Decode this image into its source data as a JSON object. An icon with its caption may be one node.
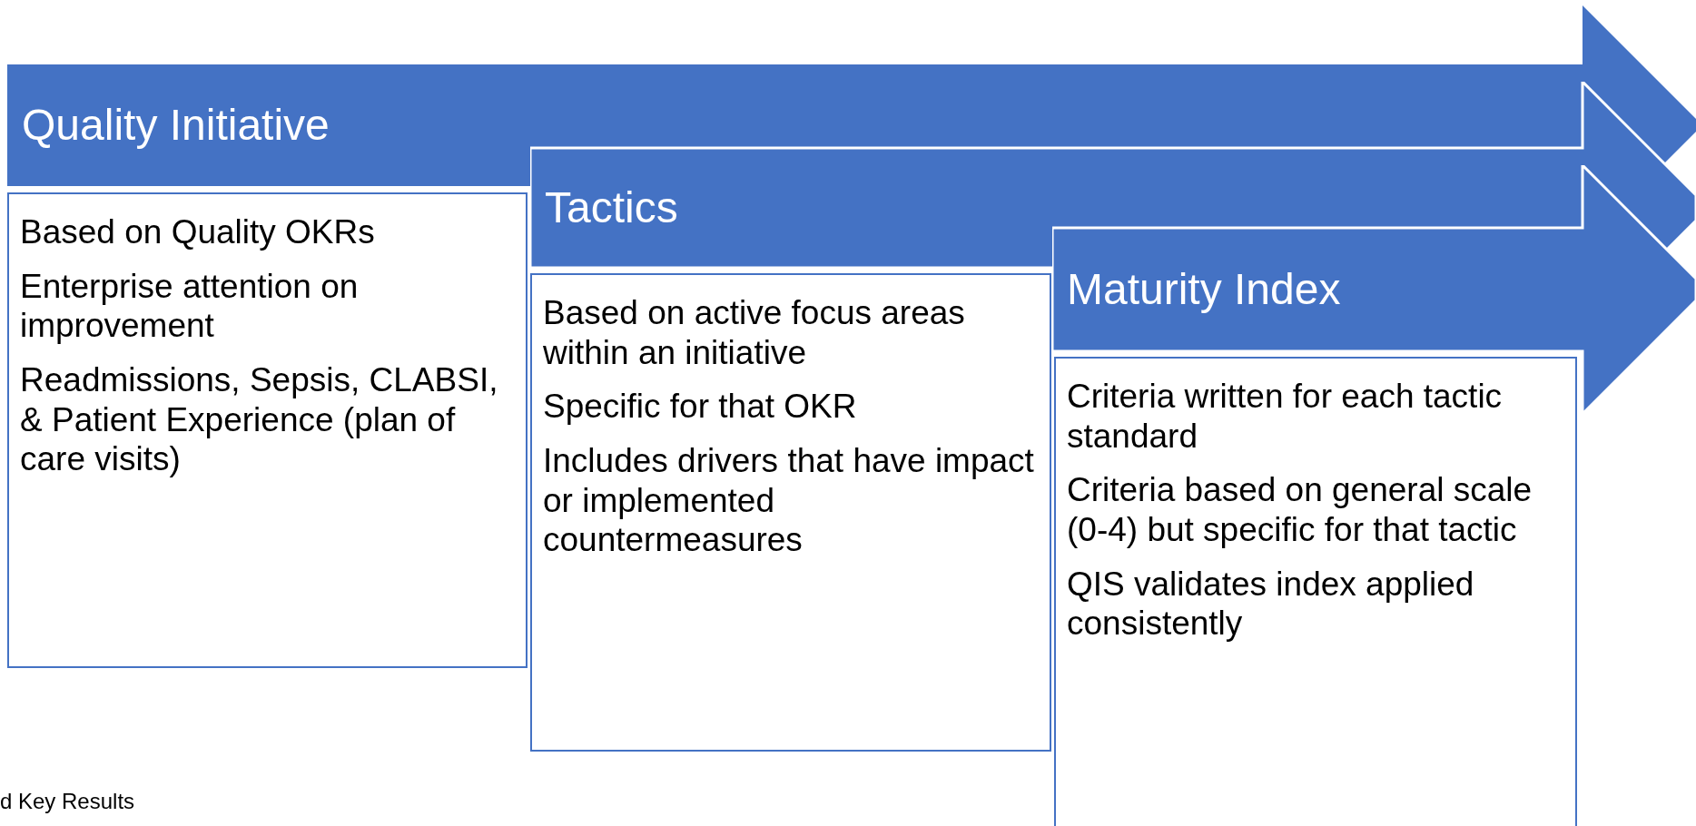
{
  "diagram": {
    "nodes": [
      {
        "text": [
          "Quality Initiative"
        ]
      },
      {
        "text": [
          "Based on Quality OKRs",
          "Enterprise attention on improvement",
          "Readmissions, Sepsis, CLABSI, & Patient Experience (plan of care visits)"
        ]
      },
      {
        "text": [
          "Tactics"
        ]
      },
      {
        "text": [
          "Based on active focus areas within an initiative",
          "Specific for that OKR",
          "Includes drivers that have impact or implemented countermeasures"
        ]
      },
      {
        "text": [
          "Maturity Index"
        ]
      },
      {
        "text": [
          "Criteria written for each tactic standard",
          "Criteria based on general scale (0-4) but specific for that tactic",
          "QIS validates index applied consistently"
        ]
      }
    ],
    "labels": [
      "d Key Results"
    ]
  }
}
